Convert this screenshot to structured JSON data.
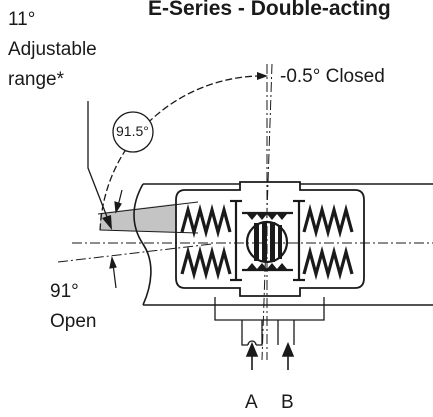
{
  "header": {
    "title_fragment": "E-Series - Double-acting"
  },
  "labels": {
    "adjustable_value": "11°",
    "adjustable_line1": "Adjustable",
    "adjustable_line2": "range*",
    "closed": "-0.5°  Closed",
    "max_angle": "91.5°",
    "open_value": "91°",
    "open_text": "Open",
    "port_a": "A",
    "port_b": "B"
  },
  "colors": {
    "line": "#1a1a1a",
    "range_fill": "#c4c4c4",
    "background": "#ffffff"
  }
}
